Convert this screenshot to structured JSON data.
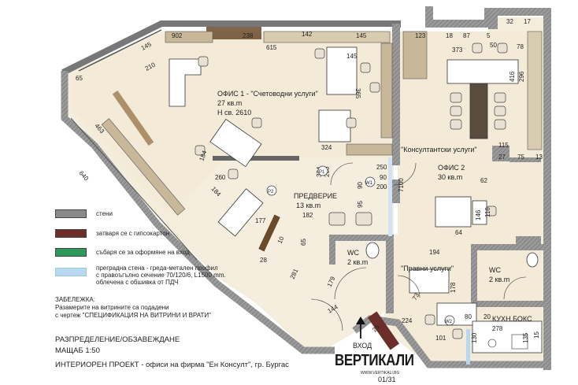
{
  "rooms": {
    "office1_name": "ОФИС 1 - \"Счетоводни услуги\"",
    "office1_area": "27 кв.m",
    "office1_height": "Н св. 2610",
    "office2_name": "ОФИС 2",
    "office2_area": "30 кв.m",
    "consult": "\"Консултантски услуги\"",
    "legal": "\"Правни услуги\"",
    "lobby_name": "ПРЕДВЕРИЕ",
    "lobby_area": "13 кв.m",
    "wc1_name": "WC",
    "wc1_area": "2 кв.m",
    "wc2_name": "WC",
    "wc2_area": "2 кв.m",
    "kitchen": "КУХН.БОКС",
    "entrance": "ВХОД"
  },
  "dims": {
    "d902": "902",
    "d238": "238",
    "d142": "142",
    "d145a": "145",
    "d615": "615",
    "d145b": "145",
    "d210": "210",
    "d65": "65",
    "d365": "365",
    "d463": "463",
    "d324": "324",
    "d640": "640",
    "d184a": "184",
    "d260a": "260",
    "d184b": "184",
    "d324b": "324",
    "d260b": "260",
    "d250": "250",
    "d90a": "90",
    "d200a": "200",
    "d90b": "90",
    "d7100": "7100",
    "d182": "182",
    "d95": "95",
    "d177": "177",
    "d10": "10",
    "d65b": "65",
    "d281": "281",
    "d179": "179",
    "d144": "144",
    "d28": "28",
    "d123": "123",
    "d18": "18",
    "d87": "87",
    "d5": "5",
    "d32": "32",
    "d17": "17",
    "d373": "373",
    "d50": "50",
    "d78": "78",
    "d416": "416",
    "d296": "296",
    "d115": "115",
    "d27": "27",
    "d75": "75",
    "d13": "13",
    "d62": "62",
    "d146": "146",
    "d116": "116",
    "d64": "64",
    "d194": "194",
    "d178": "178",
    "d73": "73",
    "d224": "224",
    "d25": "25",
    "d80": "80",
    "d20": "20",
    "d101": "101",
    "d130": "130",
    "d278": "278",
    "d135": "135",
    "d15": "15"
  },
  "markers": {
    "p1": "P1",
    "p2": "P2",
    "w1": "W1",
    "w2": "W2"
  },
  "legend": {
    "walls": "стени",
    "drywall": "затваря се с гипсокартон",
    "demolish": "събаря се за оформяне на вход",
    "partition_l1": "преградна стена - греда-метален профил",
    "partition_l2": "с правоъгълно сечение 70/120/6, L1500 mm.",
    "partition_l3": "облечена с обшивка от ПДЧ",
    "colors": {
      "walls": "#8a8a8a",
      "drywall": "#6b2e2a",
      "demolish": "#2e9a5a",
      "partition": "#b8d7f0"
    }
  },
  "note": {
    "title": "ЗАБЕЛЕЖКА:",
    "line1": "Разамерите на витрините са подадени",
    "line2": "с чертеж \"СПЕЦИФИКАЦИЯ НА ВИТРИНИ И ВРАТИ\""
  },
  "footer": {
    "title": "РАЗПРЕДЕЛЕНИЕ/ОБЗАВЕЖДАНЕ",
    "scale": "МАЩАБ 1:50",
    "project": "ИНТЕРИОРЕН ПРОЕКТ - офиси на фирма \"Ен Консулт\", гр. Бургас",
    "brand": "ВЕРТИКАЛИ",
    "website": "WWW.VERTIKALI.BG",
    "sheet": "01/31"
  }
}
